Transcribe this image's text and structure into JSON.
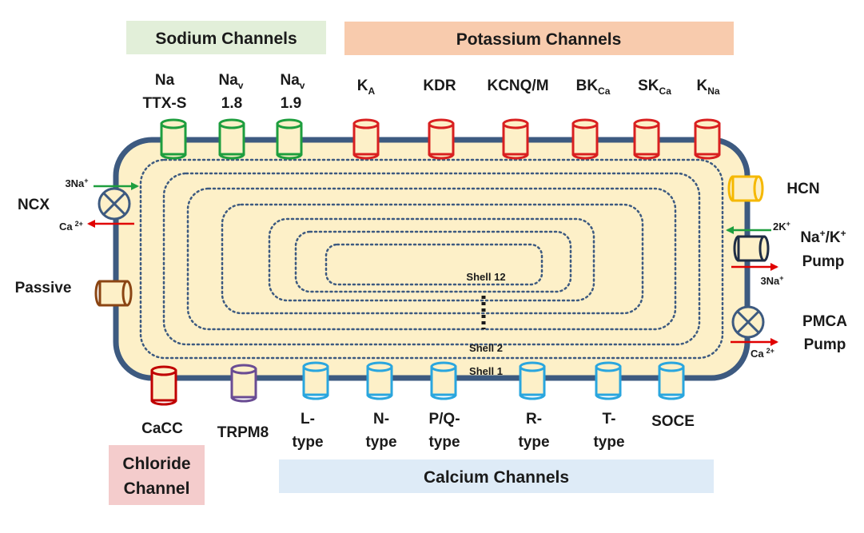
{
  "headers": {
    "sodium": "Sodium Channels",
    "potassium": "Potassium Channels",
    "calcium": "Calcium Channels",
    "chloride_line1": "Chloride",
    "chloride_line2": "Channel"
  },
  "header_colors": {
    "sodium": "#e2efd9",
    "potassium": "#f8cbad",
    "calcium": "#deebf7",
    "chloride": "#f4cccc"
  },
  "channel_colors": {
    "sodium": "#1e9e3e",
    "potassium": "#d92020",
    "calcium": "#2aa6de",
    "chloride": "#c00000",
    "trpm8": "#6a4c93",
    "hcn": "#f5b800",
    "passive": "#8b4513",
    "pump": "#1f2d45",
    "membrane": "#3d5a80",
    "cytoplasm": "#fdf0c8"
  },
  "sodium_channels": [
    {
      "main": "Na",
      "sub": "",
      "line2": "TTX-S"
    },
    {
      "main": "Na",
      "sub": "v",
      "line2": "1.8"
    },
    {
      "main": "Na",
      "sub": "v",
      "line2": "1.9"
    }
  ],
  "potassium_channels": [
    {
      "main": "K",
      "sub": "A"
    },
    {
      "main": "KDR",
      "sub": ""
    },
    {
      "main": "KCNQ/M",
      "sub": ""
    },
    {
      "main": "BK",
      "sub": "Ca"
    },
    {
      "main": "SK",
      "sub": "Ca"
    },
    {
      "main": "K",
      "sub": "Na"
    }
  ],
  "bottom_channels": [
    {
      "line1": "CaCC",
      "line2": ""
    },
    {
      "line1": "TRPM8",
      "line2": ""
    },
    {
      "line1": "L-",
      "line2": "type"
    },
    {
      "line1": "N-",
      "line2": "type"
    },
    {
      "line1": "P/Q-",
      "line2": "type"
    },
    {
      "line1": "R-",
      "line2": "type"
    },
    {
      "line1": "T-",
      "line2": "type"
    },
    {
      "line1": "SOCE",
      "line2": ""
    }
  ],
  "left": {
    "ncx": "NCX",
    "ncx_in": "3Na",
    "ncx_in_sup": "+",
    "ncx_out": "Ca",
    "ncx_out_sup": "2+",
    "passive": "Passive"
  },
  "right": {
    "hcn": "HCN",
    "nak_line1_a": "Na",
    "nak_line1_sup1": "+",
    "nak_line1_b": "/K",
    "nak_line1_sup2": "+",
    "nak_line2": "Pump",
    "nak_in": "2K",
    "nak_in_sup": "+",
    "nak_out": "3Na",
    "nak_out_sup": "+",
    "pmca_line1": "PMCA",
    "pmca_line2": "Pump",
    "pmca_out": "Ca",
    "pmca_out_sup": "2+"
  },
  "shells": {
    "inner": "Shell 12",
    "second": "Shell 2",
    "outer": "Shell 1"
  }
}
